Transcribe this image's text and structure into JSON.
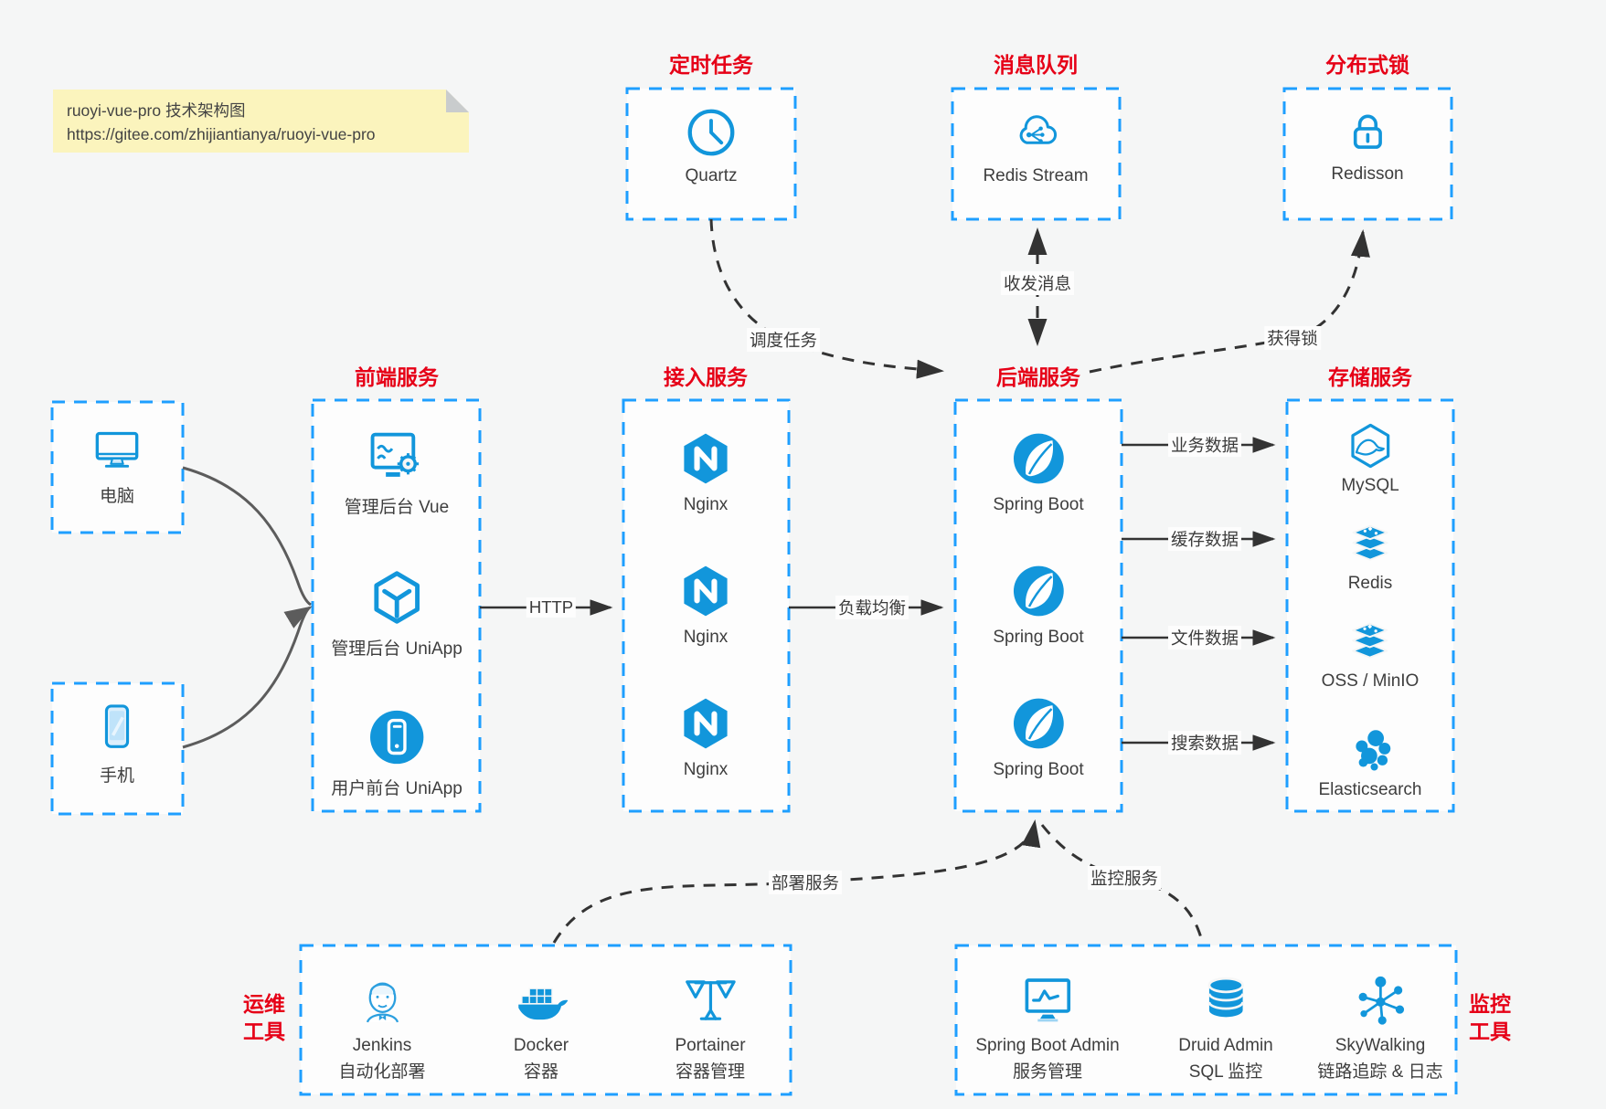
{
  "note": {
    "line1": "ruoyi-vue-pro 技术架构图",
    "line2": "https://gitee.com/zhijiantianya/ruoyi-vue-pro"
  },
  "colors": {
    "icon_blue": "#1296db",
    "box_border_blue": "#1e9fff",
    "title_red": "#e60017",
    "edge_dark": "#333333",
    "client_curve_gray": "#5c5c5c",
    "note_yellow": "#fbf4bd"
  },
  "groups": {
    "scheduler": {
      "title": "定时任务",
      "items": [
        {
          "label": "Quartz"
        }
      ]
    },
    "mq": {
      "title": "消息队列",
      "items": [
        {
          "label": "Redis Stream"
        }
      ]
    },
    "lock": {
      "title": "分布式锁",
      "items": [
        {
          "label": "Redisson"
        }
      ]
    },
    "clients": {
      "items": [
        {
          "label": "电脑"
        },
        {
          "label": "手机"
        }
      ]
    },
    "frontend": {
      "title": "前端服务",
      "items": [
        {
          "label": "管理后台 Vue"
        },
        {
          "label": "管理后台 UniApp"
        },
        {
          "label": "用户前台 UniApp"
        }
      ]
    },
    "gateway": {
      "title": "接入服务",
      "items": [
        {
          "label": "Nginx"
        },
        {
          "label": "Nginx"
        },
        {
          "label": "Nginx"
        }
      ]
    },
    "backend": {
      "title": "后端服务",
      "items": [
        {
          "label": "Spring Boot"
        },
        {
          "label": "Spring Boot"
        },
        {
          "label": "Spring Boot"
        }
      ]
    },
    "storage": {
      "title": "存储服务",
      "items": [
        {
          "label": "MySQL"
        },
        {
          "label": "Redis"
        },
        {
          "label": "OSS / MinIO"
        },
        {
          "label": "Elasticsearch"
        }
      ]
    },
    "ops": {
      "title_line1": "运维",
      "title_line2": "工具",
      "items": [
        {
          "label": "Jenkins",
          "sublabel": "自动化部署"
        },
        {
          "label": "Docker",
          "sublabel": "容器"
        },
        {
          "label": "Portainer",
          "sublabel": "容器管理"
        }
      ]
    },
    "monitor": {
      "title_line1": "监控",
      "title_line2": "工具",
      "items": [
        {
          "label": "Spring Boot Admin",
          "sublabel": "服务管理"
        },
        {
          "label": "Druid Admin",
          "sublabel": "SQL 监控"
        },
        {
          "label": "SkyWalking",
          "sublabel": "链路追踪 & 日志"
        }
      ]
    }
  },
  "edges": {
    "http": "HTTP",
    "load_balance": "负载均衡",
    "schedule": "调度任务",
    "message": "收发消息",
    "acquire_lock": "获得锁",
    "biz_data": "业务数据",
    "cache_data": "缓存数据",
    "file_data": "文件数据",
    "search_data": "搜索数据",
    "deploy": "部署服务",
    "monitor": "监控服务"
  }
}
